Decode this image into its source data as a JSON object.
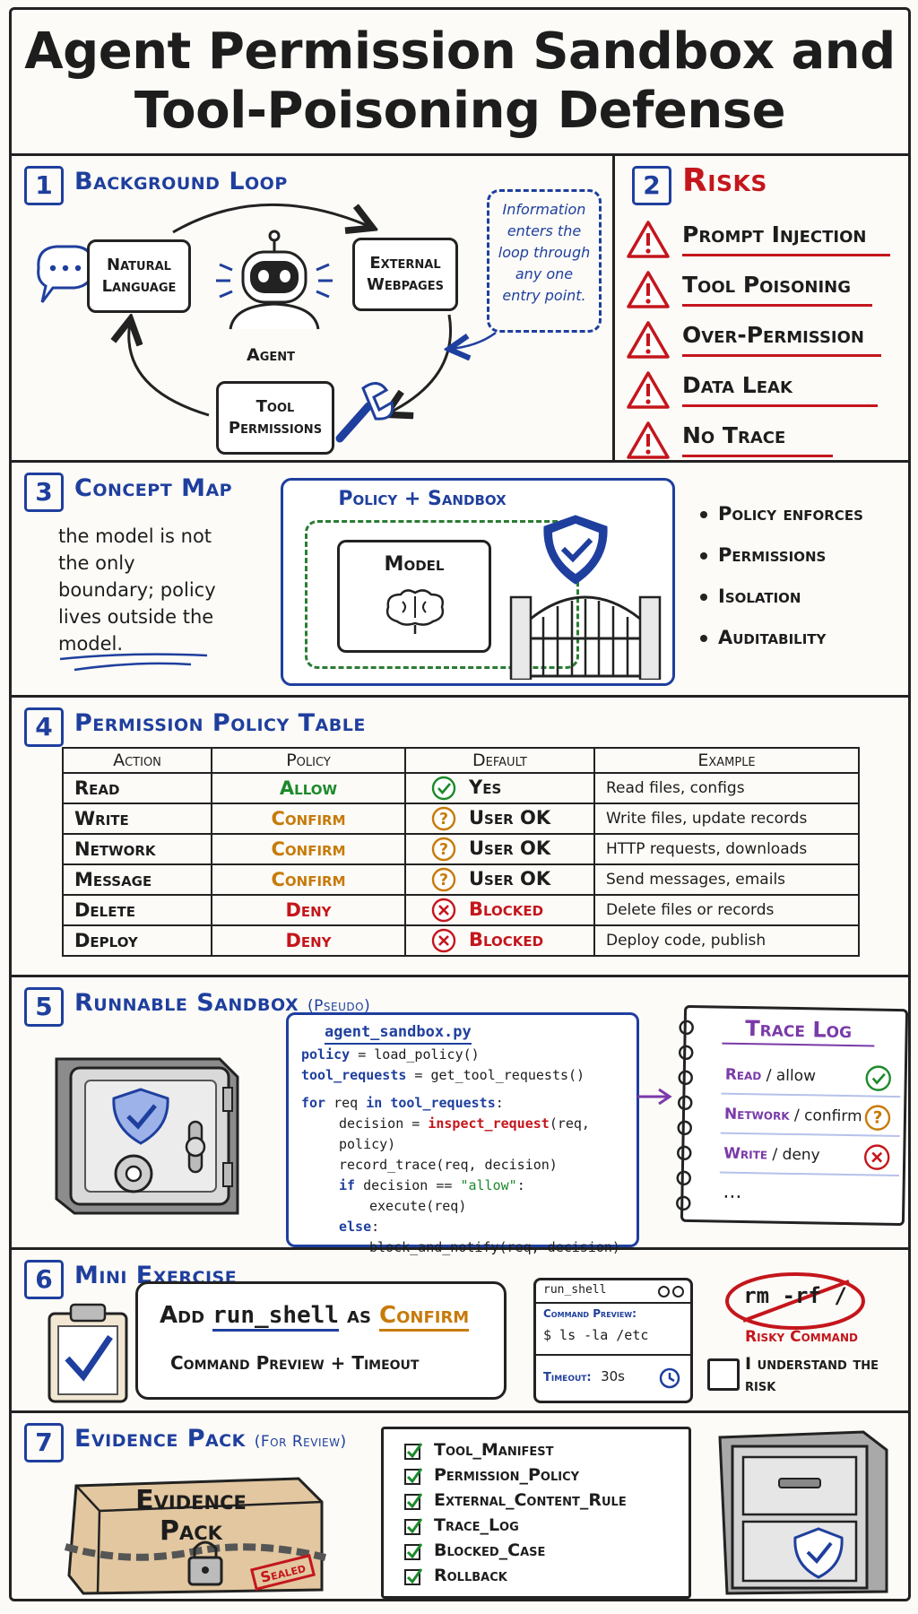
{
  "title_line1": "Agent Permission Sandbox and",
  "title_line2": "Tool-Poisoning Defense",
  "sections": {
    "background_loop": {
      "number": "1",
      "title": "Background Loop",
      "nodes": {
        "natural_language": "Natural Language",
        "external_webpages": "External Webpages",
        "tool_permissions": "Tool Permissions",
        "agent": "Agent"
      },
      "callout": "Information enters the loop through any one entry point."
    },
    "risks": {
      "number": "2",
      "title": "Risks",
      "items": [
        "Prompt Injection",
        "Tool Poisoning",
        "Over-Permission",
        "Data Leak",
        "No Trace"
      ]
    },
    "concept_map": {
      "number": "3",
      "title": "Concept Map",
      "note": "the model is not the only boundary; policy lives outside the model.",
      "box_title": "Policy + Sandbox",
      "model_label": "Model",
      "bullets": [
        "Policy enforces",
        "Permissions",
        "Isolation",
        "Auditability"
      ]
    },
    "policy_table": {
      "number": "4",
      "title": "Permission Policy Table",
      "headers": [
        "Action",
        "Policy",
        "Default",
        "Example"
      ],
      "rows": [
        {
          "action": "Read",
          "policy": "Allow",
          "default": "Yes",
          "example": "Read files, configs",
          "status": "allow"
        },
        {
          "action": "Write",
          "policy": "Confirm",
          "default": "User OK",
          "example": "Write files, update records",
          "status": "confirm"
        },
        {
          "action": "Network",
          "policy": "Confirm",
          "default": "User OK",
          "example": "HTTP requests, downloads",
          "status": "confirm"
        },
        {
          "action": "Message",
          "policy": "Confirm",
          "default": "User OK",
          "example": "Send messages, emails",
          "status": "confirm"
        },
        {
          "action": "Delete",
          "policy": "Deny",
          "default": "Blocked",
          "example": "Delete files or records",
          "status": "deny"
        },
        {
          "action": "Deploy",
          "policy": "Deny",
          "default": "Blocked",
          "example": "Deploy code, publish",
          "status": "deny"
        }
      ]
    },
    "sandbox": {
      "number": "5",
      "title": "Runnable Sandbox",
      "title_note": "(Pseudo)",
      "filename": "agent_sandbox.py",
      "code": {
        "l1_var": "policy",
        "l1_rest": " = load_policy()",
        "l2_var": "tool_requests",
        "l2_rest": " = get_tool_requests()",
        "l3_for": "for",
        "l3_mid": " req ",
        "l3_in": "in",
        "l3_var": " tool_requests",
        "l3_end": ":",
        "l4_a": "decision = ",
        "l4_fn": "inspect_request",
        "l4_b": "(req, policy)",
        "l5_fn": "record_trace",
        "l5_b": "(req, decision)",
        "l6_if": "if",
        "l6_a": " decision == ",
        "l6_str": "\"allow\"",
        "l6_b": ":",
        "l7": "execute(req)",
        "l8_else": "else",
        "l8_b": ":",
        "l9": "block_and_notify(req, decision)"
      },
      "trace_title": "Trace Log",
      "trace": [
        {
          "action": "Read",
          "result": " / allow",
          "status": "allow"
        },
        {
          "action": "Network",
          "result": " / confirm",
          "status": "confirm"
        },
        {
          "action": "Write",
          "result": " / deny",
          "status": "deny"
        }
      ],
      "trace_more": "..."
    },
    "exercise": {
      "number": "6",
      "title": "Mini Exercise",
      "add_word": "Add",
      "tool_name": "run_shell",
      "as_word": "as",
      "confirm_word": "Confirm",
      "subline": "Command Preview + Timeout",
      "window_title": "run_shell",
      "preview_label": "Command Preview:",
      "preview_cmd": "$ ls -la /etc",
      "timeout_label": "Timeout:",
      "timeout_value": "30s",
      "risky_cmd": "rm -rf /",
      "risky_label": "Risky Command",
      "checkbox_label": "I understand the risk"
    },
    "evidence": {
      "number": "7",
      "title": "Evidence Pack",
      "title_note": "(For Review)",
      "box_label_1": "Evidence",
      "box_label_2": "Pack",
      "sealed": "Sealed",
      "items": [
        "Tool_Manifest",
        "Permission_Policy",
        "External_Content_Rule",
        "Trace_Log",
        "Blocked_Case",
        "Rollback"
      ]
    }
  },
  "colors": {
    "ink": "#1d1d1d",
    "blue": "#1f3f9e",
    "red": "#c4161c",
    "green": "#1c8a2c",
    "orange": "#c77a0a",
    "purple": "#7a3aa8"
  }
}
